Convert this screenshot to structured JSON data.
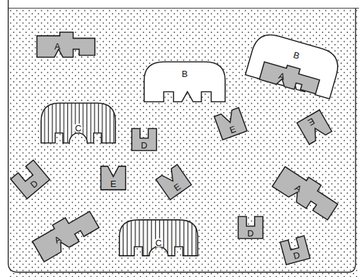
{
  "diagram": {
    "nodes": [
      {
        "text": [
          "A"
        ]
      },
      {
        "text": [
          "B"
        ]
      },
      {
        "text": [
          "B"
        ]
      },
      {
        "text": [
          "A"
        ],
        "in": 2
      },
      {
        "text": [
          "C"
        ]
      },
      {
        "text": [
          "D"
        ]
      },
      {
        "text": [
          "E"
        ]
      },
      {
        "text": [
          "E"
        ]
      },
      {
        "text": [
          "D"
        ]
      },
      {
        "text": [
          "E"
        ]
      },
      {
        "text": [
          "E"
        ]
      },
      {
        "text": [
          "A"
        ]
      },
      {
        "text": [
          "A"
        ]
      },
      {
        "text": [
          "C"
        ]
      },
      {
        "text": [
          "D"
        ]
      },
      {
        "text": [
          "D"
        ]
      }
    ]
  }
}
